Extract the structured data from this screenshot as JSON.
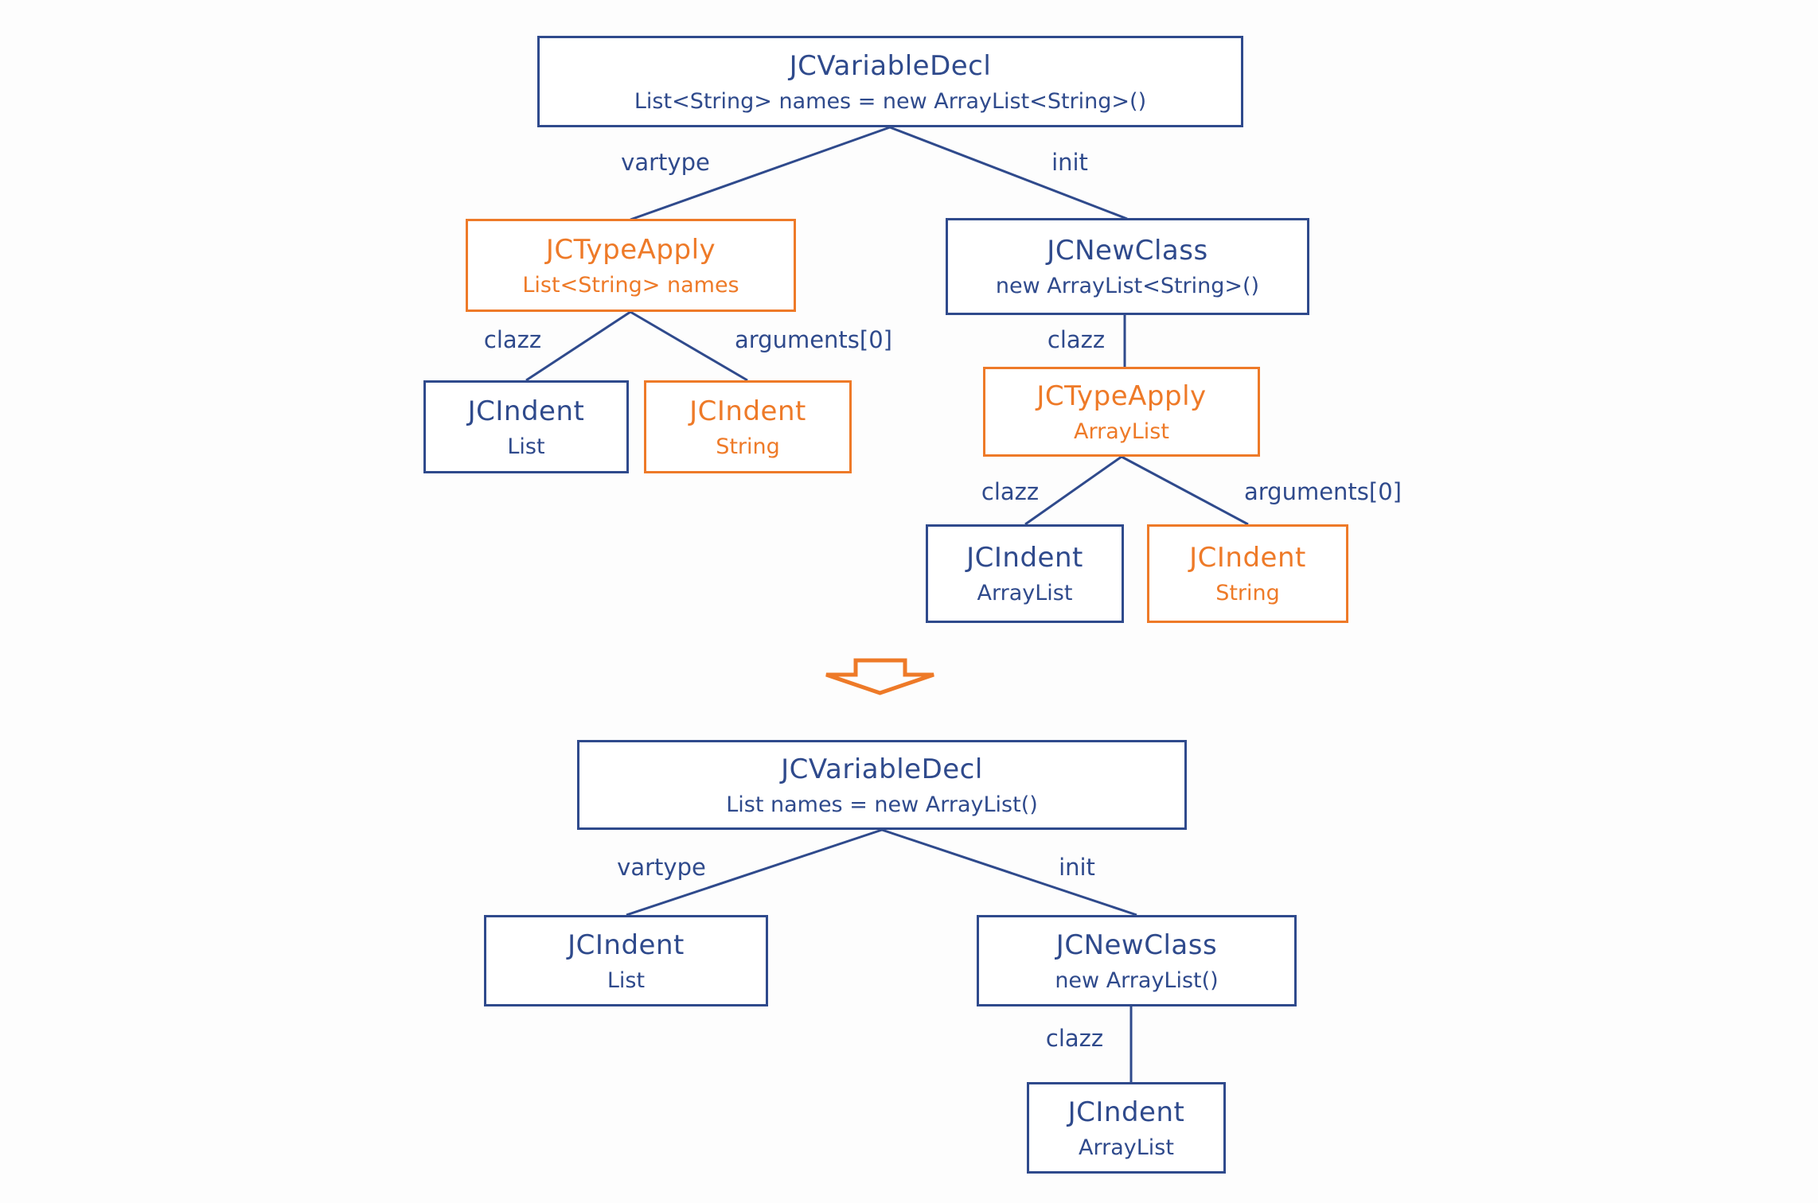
{
  "palette": {
    "blue": "#2f4a8c",
    "orange": "#ee7a28",
    "bg": "#fdfdfd"
  },
  "icons": {
    "transform_arrow": "down-arrow"
  },
  "nodes": {
    "t_root": {
      "title": "JCVariableDecl",
      "code": "List<String> names = new ArrayList<String>()"
    },
    "t_typeapply_vartype": {
      "title": "JCTypeApply",
      "code": "List<String> names"
    },
    "t_newclass": {
      "title": "JCNewClass",
      "code": "new ArrayList<String>()"
    },
    "t_indent_list": {
      "title": "JCIndent",
      "code": "List"
    },
    "t_indent_string_left": {
      "title": "JCIndent",
      "code": "String"
    },
    "t_typeapply_clazz": {
      "title": "JCTypeApply",
      "code": "ArrayList"
    },
    "t_indent_arraylist": {
      "title": "JCIndent",
      "code": "ArrayList"
    },
    "t_indent_string_right": {
      "title": "JCIndent",
      "code": "String"
    },
    "b_root": {
      "title": "JCVariableDecl",
      "code": "List names = new ArrayList()"
    },
    "b_indent_list": {
      "title": "JCIndent",
      "code": "List"
    },
    "b_newclass": {
      "title": "JCNewClass",
      "code": "new ArrayList()"
    },
    "b_indent_arraylist": {
      "title": "JCIndent",
      "code": "ArrayList"
    }
  },
  "edge_labels": {
    "t_vartype": "vartype",
    "t_init": "init",
    "t_clazz_left": "clazz",
    "t_arguments_left": "arguments[0]",
    "t_clazz_newclass": "clazz",
    "t_clazz_typeapply": "clazz",
    "t_arguments_right": "arguments[0]",
    "b_vartype": "vartype",
    "b_init": "init",
    "b_clazz": "clazz"
  }
}
